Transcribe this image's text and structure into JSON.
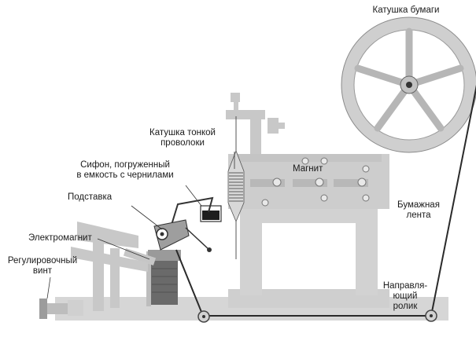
{
  "labels": {
    "paper_reel": "Катушка бумаги",
    "fine_wire_coil": [
      "Катушка тонкой",
      "проволоки"
    ],
    "siphon": [
      "Сифон, погруженный",
      "в емкость с чернилами"
    ],
    "magnet": "Магнит",
    "stand": "Подставка",
    "electromagnet": "Электромагнит",
    "adjusting_screw": [
      "Регулировочный",
      "винт"
    ],
    "paper_tape": [
      "Бумажная",
      "лента"
    ],
    "guide_roller": [
      "Направля-",
      "ющий",
      "ролик"
    ]
  }
}
